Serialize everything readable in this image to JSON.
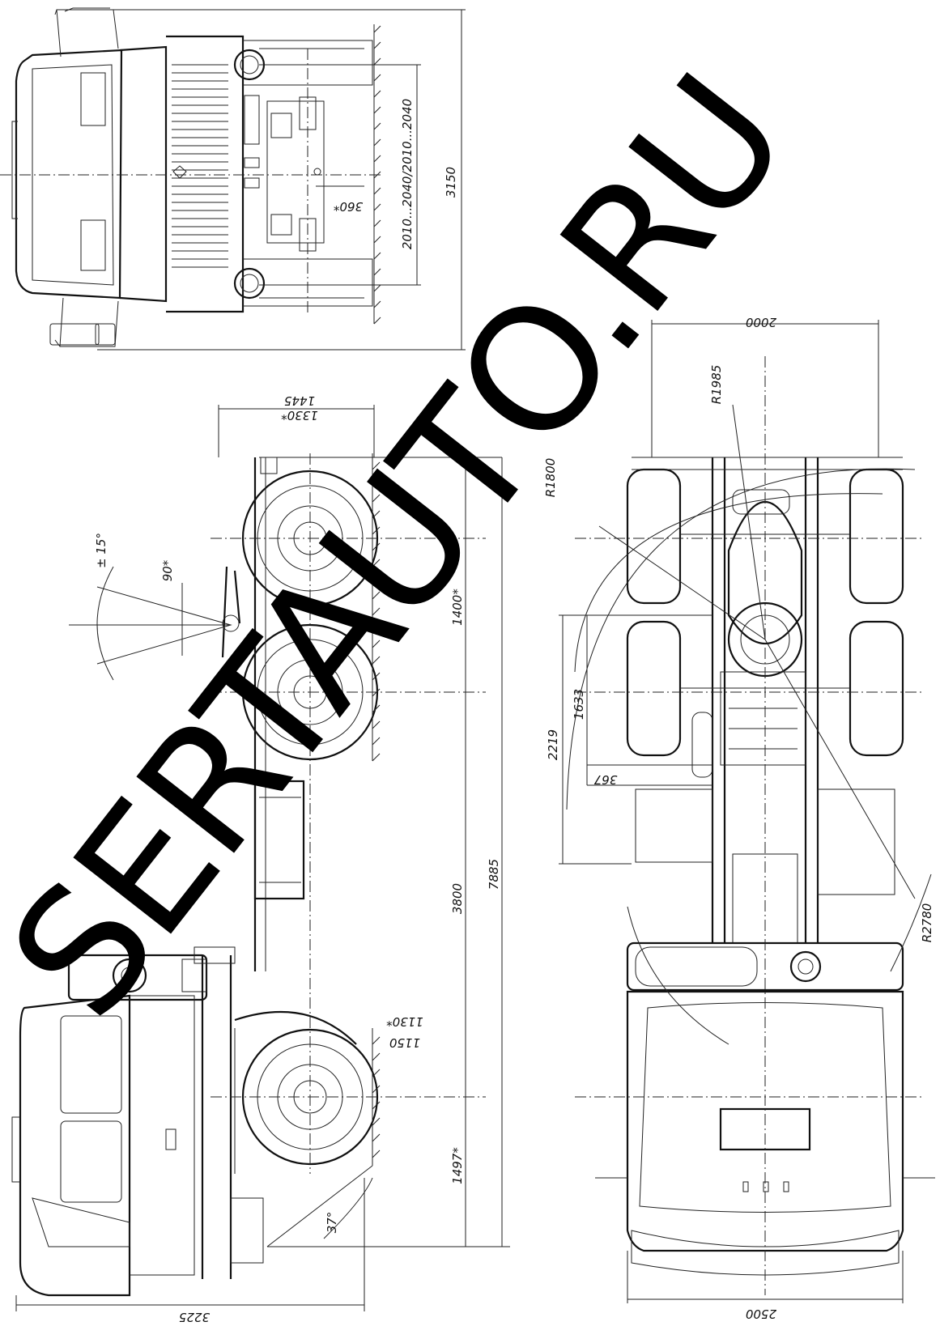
{
  "watermark": "SERTAUTO.RU",
  "top_view": {
    "dim_width": "3150",
    "dim_track": "2010...2040/2010...2040",
    "dim_offset": "360*"
  },
  "side_view": {
    "dim_fifth_wheel_height": "1445",
    "dim_fifth_wheel_height_alt": "1330*",
    "dim_tilt": "± 15°",
    "dim_swivel": "90*",
    "dim_rear_axle_spacing": "1400*",
    "dim_wheelbase": "3800",
    "dim_overall_length": "7885",
    "dim_front_overhang": "1497*",
    "dim_height_1150": "1150",
    "dim_height_1130": "1130*",
    "dim_approach_angle": "37°",
    "dim_overall_height": "3225"
  },
  "plan_view": {
    "dim_rear_width": "2000",
    "dim_radius_1985": "R1985",
    "dim_radius_1800": "R1800",
    "dim_2219": "2219",
    "dim_1633": "1633",
    "dim_367": "367",
    "dim_radius_2780": "R2780",
    "dim_overall_width": "2500"
  }
}
